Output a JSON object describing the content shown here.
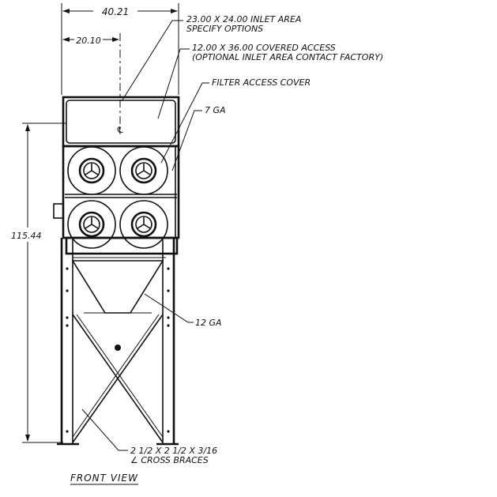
{
  "view_title": "FRONT VIEW",
  "dimensions": {
    "overall_width": "40.21",
    "half_width": "20.10",
    "overall_height": "115.44"
  },
  "callouts": {
    "inlet_line1": "23.00 X 24.00 INLET AREA",
    "inlet_line2": "SPECIFY OPTIONS",
    "access_line1": "12.00 X 36.00 COVERED ACCESS",
    "access_line2": "(OPTIONAL INLET AREA CONTACT FACTORY)",
    "filter_cover": "FILTER ACCESS COVER",
    "gauge_top": "7 GA",
    "gauge_hopper": "12 GA",
    "braces_line1": "2 1/2 X 2 1/2 X 3/16",
    "braces_line2": "∠ CROSS BRACES"
  },
  "centerline_symbol": "℄",
  "colors": {
    "ink": "#111111",
    "paper": "#ffffff"
  }
}
